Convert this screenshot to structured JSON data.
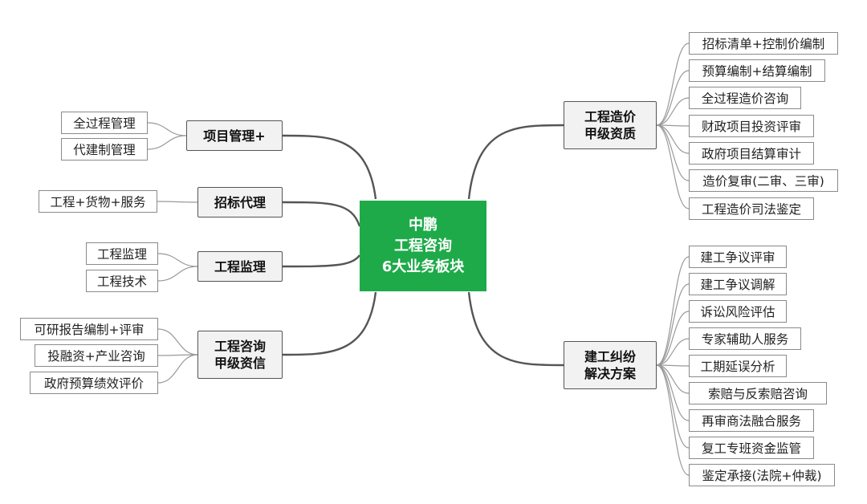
{
  "center": {
    "lines": [
      "中鹏",
      "工程咨询",
      "6大业务板块"
    ]
  },
  "left_branches": [
    {
      "lines": [
        "项目管理+"
      ],
      "children": [
        "全过程管理",
        "代建制管理"
      ]
    },
    {
      "lines": [
        "招标代理"
      ],
      "children": [
        "工程+货物+服务"
      ]
    },
    {
      "lines": [
        "工程监理"
      ],
      "children": [
        "工程监理",
        "工程技术"
      ]
    },
    {
      "lines": [
        "工程咨询",
        "甲级资信"
      ],
      "children": [
        "可研报告编制+评审",
        "投融资+产业咨询",
        "政府预算绩效评价"
      ]
    }
  ],
  "right_branches": [
    {
      "lines": [
        "工程造价",
        "甲级资质"
      ],
      "children": [
        "招标清单+控制价编制",
        "预算编制+结算编制",
        "全过程造价咨询",
        "财政项目投资评审",
        "政府项目结算审计",
        "造价复审(二审、三审)",
        "工程造价司法鉴定"
      ]
    },
    {
      "lines": [
        "建工纠纷",
        "解决方案"
      ],
      "children": [
        "建工争议评审",
        "建工争议调解",
        "诉讼风险评估",
        "专家辅助人服务",
        "工期延误分析",
        "索赔与反索赔咨询",
        "再审商法融合服务",
        "复工专班资金监管",
        "鉴定承接(法院+仲裁)"
      ]
    }
  ],
  "colors": {
    "center_fill": "#1faa4a",
    "main_line": "#555555",
    "leaf_line": "#999999"
  }
}
